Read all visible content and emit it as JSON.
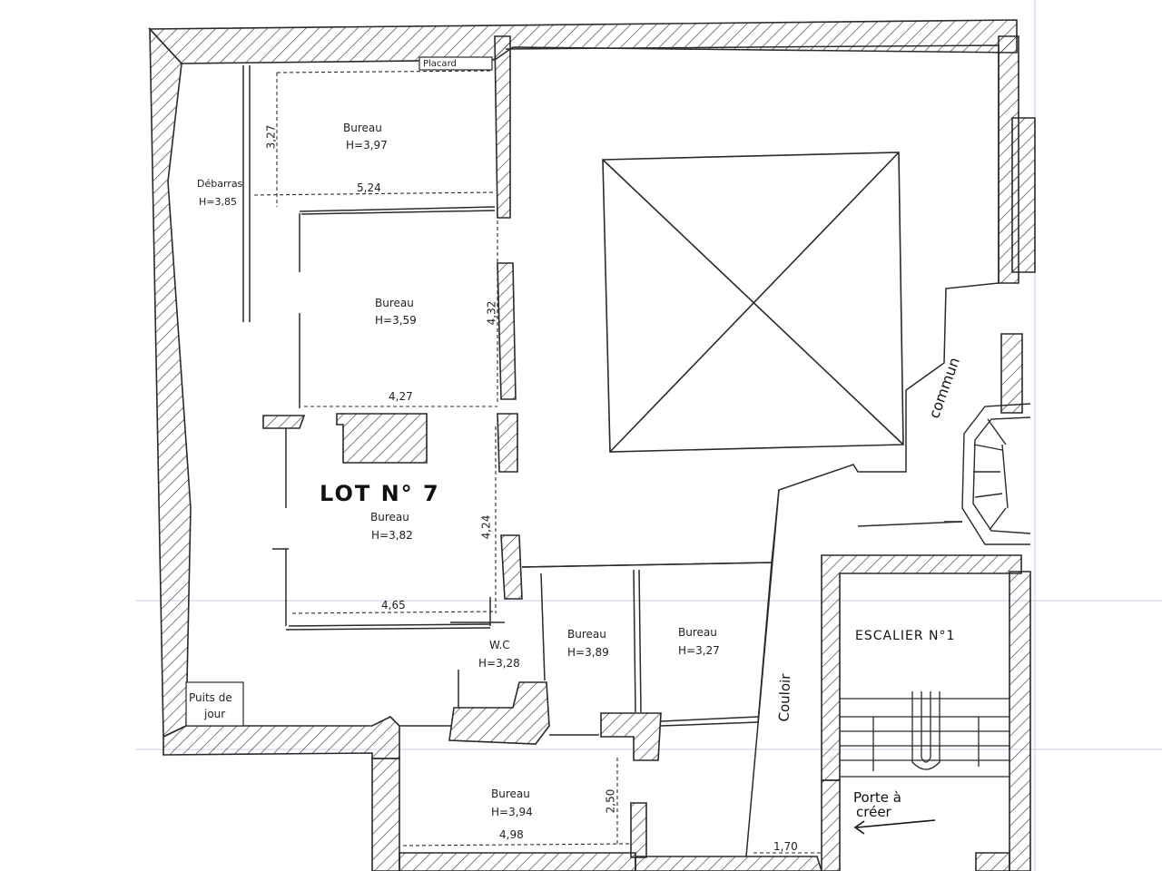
{
  "lot_title": "LOT N° 7",
  "rooms": {
    "bureau1": {
      "name": "Bureau",
      "height": "H=3,97"
    },
    "debarras": {
      "name": "Débarras",
      "height": "H=3,85"
    },
    "bureau2": {
      "name": "Bureau",
      "height": "H=3,59"
    },
    "bureau3": {
      "name": "Bureau",
      "height": "H=3,82"
    },
    "wc": {
      "name": "W.C",
      "height": "H=3,28"
    },
    "bureau4": {
      "name": "Bureau",
      "height": "H=3,89"
    },
    "bureau5": {
      "name": "Bureau",
      "height": "H=3,27"
    },
    "bureau6": {
      "name": "Bureau",
      "height": "H=3,94"
    }
  },
  "labels": {
    "placard": "Placard",
    "puits_line1": "Puits de",
    "puits_line2": "jour",
    "commun": "commun",
    "couloir": "Couloir",
    "escalier": "ESCALIER N°1",
    "porte_line1": "Porte à",
    "porte_line2": "créer"
  },
  "dimensions": {
    "d327": "3,27",
    "d524": "5,24",
    "d432": "4,32",
    "d427": "4,27",
    "d424": "4,24",
    "d465": "4,65",
    "d250": "2,50",
    "d498": "4,98",
    "d170": "1,70"
  },
  "colors": {
    "line": "#2a2a2a",
    "hatch": "#3a3a3a",
    "grid_line": "#d6c9e6"
  }
}
